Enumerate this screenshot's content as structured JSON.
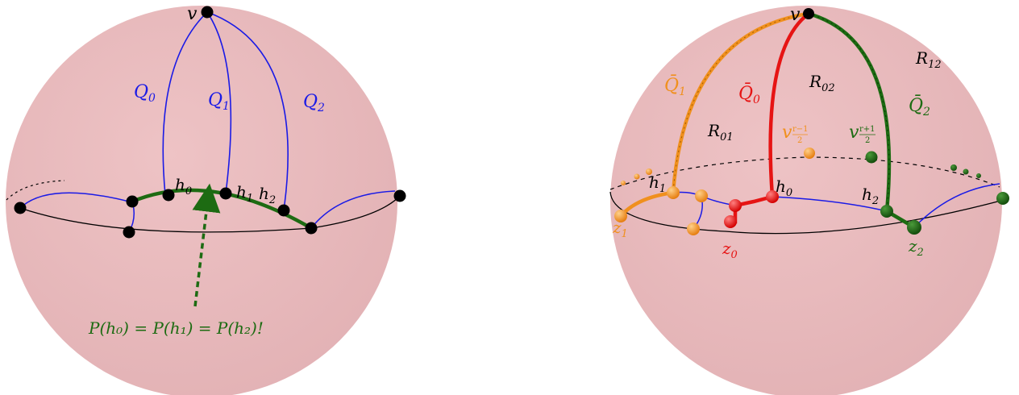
{
  "colors": {
    "sphere": "#e9b7b9",
    "blue": "#1a1ae6",
    "green": "#1d6b12",
    "orange": "#f0901e",
    "red": "#e61414",
    "black": "#000000"
  },
  "left": {
    "v": "v",
    "q0": "Q",
    "q0_sub": "0",
    "q1": "Q",
    "q1_sub": "1",
    "q2": "Q",
    "q2_sub": "2",
    "h0": "h",
    "h0_sub": "0",
    "h1": "h",
    "h1_sub": "1",
    "h2": "h",
    "h2_sub": "2",
    "caption": "P(h₀) = P(h₁) = P(h₂)!"
  },
  "right": {
    "v": "v",
    "qbar1": "Q̄",
    "qbar1_sub": "1",
    "qbar0": "Q̄",
    "qbar0_sub": "0",
    "qbar2": "Q̄",
    "qbar2_sub": "2",
    "r01": "R",
    "r01_sub": "01",
    "r02": "R",
    "r02_sub": "02",
    "r12": "R",
    "r12_sub": "12",
    "vleft": "v",
    "vleft_num": "r−1",
    "vleft_den": "2",
    "vright": "v",
    "vright_num": "r+1",
    "vright_den": "2",
    "h0": "h",
    "h0_sub": "0",
    "h1": "h",
    "h1_sub": "1",
    "h2": "h",
    "h2_sub": "2",
    "z0": "z",
    "z0_sub": "0",
    "z1": "z",
    "z1_sub": "1",
    "z2": "z",
    "z2_sub": "2"
  }
}
